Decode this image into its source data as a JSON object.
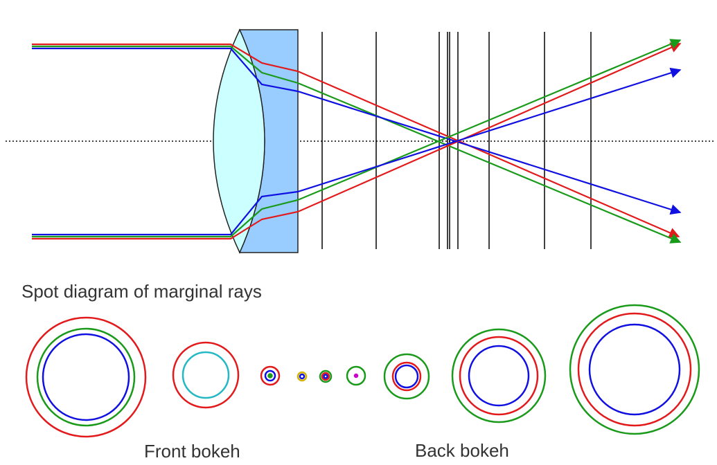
{
  "spot_diagram_title": "Spot diagram of marginal rays",
  "front_label": "Front bokeh",
  "back_label": "Back bokeh",
  "colors": {
    "red": "#e31a1c",
    "green": "#1a9a1a",
    "blue": "#1010e0",
    "cyan": "#22b8c4",
    "yellow": "#d4b000",
    "magenta": "#cc00cc",
    "lens_light": "#ccffff",
    "lens_dark": "#99ccff",
    "line": "#000000"
  },
  "icons": [
    "double-convex-lens-icon",
    "plano-concave-lens-icon",
    "optical-axis-icon",
    "arrowhead-icon"
  ]
}
